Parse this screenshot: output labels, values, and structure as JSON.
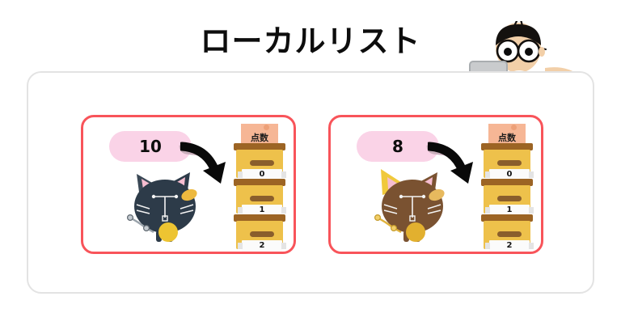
{
  "header": {
    "title": "ローカルリスト",
    "illustration": "person-at-laptop-icon"
  },
  "panel": {
    "cards": [
      {
        "bubble_value": "10",
        "cat_color": "#2d3b49",
        "cat_name": "black-cat-icon",
        "has_hat": false,
        "stack": {
          "tag_label": "点数",
          "drawers": [
            {
              "index": "0"
            },
            {
              "index": "1"
            },
            {
              "index": "2"
            }
          ]
        }
      },
      {
        "bubble_value": "8",
        "cat_color": "#7a5231",
        "cat_name": "brown-cat-icon",
        "has_hat": true,
        "stack": {
          "tag_label": "点数",
          "drawers": [
            {
              "index": "0"
            },
            {
              "index": "1"
            },
            {
              "index": "2"
            }
          ]
        }
      }
    ]
  },
  "colors": {
    "background": "#ffffff",
    "title_text": "#0d0d0d",
    "outer_border": "#e3e3e3",
    "card_border": "#f8545a",
    "bubble_fill": "#fad3e7",
    "tag_fill": "#f6b695",
    "drawer_body": "#eec14b",
    "drawer_top": "#9c6424",
    "drawer_handle": "#8a5e2c",
    "drawer_label": "#fbfbfb",
    "arrow": "#090909",
    "shirt": "#f5dd82",
    "hair": "#14110f",
    "skin": "#f2cfa8",
    "laptop": "#c9cbcd",
    "desk": "#8c5a33"
  }
}
